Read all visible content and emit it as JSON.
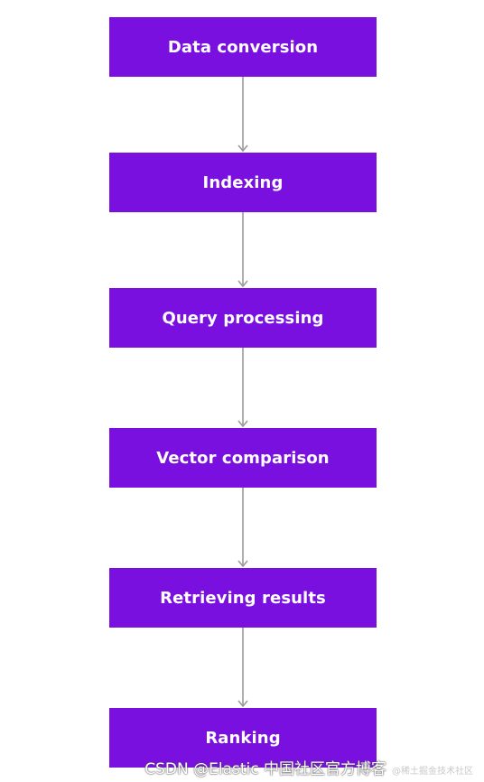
{
  "colors": {
    "box_fill": "#7a10e0",
    "box_text": "#ffffff",
    "connector": "#9a9a9a"
  },
  "steps": [
    {
      "label": "Data conversion"
    },
    {
      "label": "Indexing"
    },
    {
      "label": "Query processing"
    },
    {
      "label": "Vector comparison"
    },
    {
      "label": "Retrieving results"
    },
    {
      "label": "Ranking"
    }
  ],
  "watermark": {
    "main": "CSDN @Elastic 中国社区官方博客",
    "sub": "@稀土掘金技术社区"
  }
}
